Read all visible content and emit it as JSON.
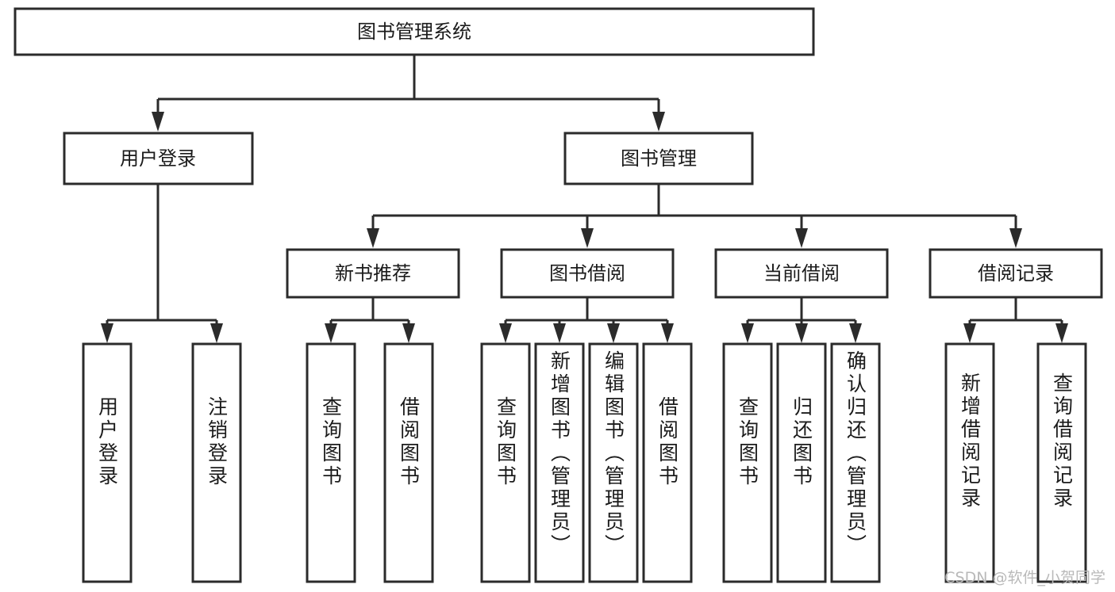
{
  "diagram": {
    "title": "图书管理系统",
    "watermark": "CSDN @软件_小贺同学",
    "root": {
      "label": "图书管理系统"
    },
    "level2": [
      {
        "label": "用户登录"
      },
      {
        "label": "图书管理"
      }
    ],
    "level3": [
      {
        "label": "新书推荐"
      },
      {
        "label": "图书借阅"
      },
      {
        "label": "当前借阅"
      },
      {
        "label": "借阅记录"
      }
    ],
    "leaves": {
      "user_login": [
        {
          "label": "用户登录"
        },
        {
          "label": "注销登录"
        }
      ],
      "new_book_recommend": [
        {
          "label": "查询图书"
        },
        {
          "label": "借阅图书"
        }
      ],
      "book_borrow": [
        {
          "label": "查询图书"
        },
        {
          "label": "新增图书（管理员）"
        },
        {
          "label": "编辑图书（管理员）"
        },
        {
          "label": "借阅图书"
        }
      ],
      "current_borrow": [
        {
          "label": "查询图书"
        },
        {
          "label": "归还图书"
        },
        {
          "label": "确认归还（管理员）"
        }
      ],
      "borrow_record": [
        {
          "label": "新增借阅记录"
        },
        {
          "label": "查询借阅记录"
        }
      ]
    }
  },
  "chart_data": {
    "type": "tree",
    "title": "图书管理系统",
    "orientation": "top-down",
    "nodes": [
      {
        "id": "root",
        "label": "图书管理系统",
        "level": 0,
        "parent": null
      },
      {
        "id": "n-user-login",
        "label": "用户登录",
        "level": 1,
        "parent": "root"
      },
      {
        "id": "n-book-manage",
        "label": "图书管理",
        "level": 1,
        "parent": "root"
      },
      {
        "id": "n-new-book",
        "label": "新书推荐",
        "level": 2,
        "parent": "n-book-manage"
      },
      {
        "id": "n-book-borrow",
        "label": "图书借阅",
        "level": 2,
        "parent": "n-book-manage"
      },
      {
        "id": "n-current-borrow",
        "label": "当前借阅",
        "level": 2,
        "parent": "n-book-manage"
      },
      {
        "id": "n-borrow-record",
        "label": "借阅记录",
        "level": 2,
        "parent": "n-book-manage"
      },
      {
        "id": "l-user-login-1",
        "label": "用户登录",
        "level": 3,
        "parent": "n-user-login"
      },
      {
        "id": "l-user-login-2",
        "label": "注销登录",
        "level": 3,
        "parent": "n-user-login"
      },
      {
        "id": "l-new-book-1",
        "label": "查询图书",
        "level": 3,
        "parent": "n-new-book"
      },
      {
        "id": "l-new-book-2",
        "label": "借阅图书",
        "level": 3,
        "parent": "n-new-book"
      },
      {
        "id": "l-book-borrow-1",
        "label": "查询图书",
        "level": 3,
        "parent": "n-book-borrow"
      },
      {
        "id": "l-book-borrow-2",
        "label": "新增图书（管理员）",
        "level": 3,
        "parent": "n-book-borrow"
      },
      {
        "id": "l-book-borrow-3",
        "label": "编辑图书（管理员）",
        "level": 3,
        "parent": "n-book-borrow"
      },
      {
        "id": "l-book-borrow-4",
        "label": "借阅图书",
        "level": 3,
        "parent": "n-book-borrow"
      },
      {
        "id": "l-current-borrow-1",
        "label": "查询图书",
        "level": 3,
        "parent": "n-current-borrow"
      },
      {
        "id": "l-current-borrow-2",
        "label": "归还图书",
        "level": 3,
        "parent": "n-current-borrow"
      },
      {
        "id": "l-current-borrow-3",
        "label": "确认归还（管理员）",
        "level": 3,
        "parent": "n-current-borrow"
      },
      {
        "id": "l-borrow-record-1",
        "label": "新增借阅记录",
        "level": 3,
        "parent": "n-borrow-record"
      },
      {
        "id": "l-borrow-record-2",
        "label": "查询借阅记录",
        "level": 3,
        "parent": "n-borrow-record"
      }
    ],
    "edges": [
      {
        "from": "root",
        "to": "n-user-login"
      },
      {
        "from": "root",
        "to": "n-book-manage"
      },
      {
        "from": "n-book-manage",
        "to": "n-new-book"
      },
      {
        "from": "n-book-manage",
        "to": "n-book-borrow"
      },
      {
        "from": "n-book-manage",
        "to": "n-current-borrow"
      },
      {
        "from": "n-book-manage",
        "to": "n-borrow-record"
      },
      {
        "from": "n-user-login",
        "to": "l-user-login-1"
      },
      {
        "from": "n-user-login",
        "to": "l-user-login-2"
      },
      {
        "from": "n-new-book",
        "to": "l-new-book-1"
      },
      {
        "from": "n-new-book",
        "to": "l-new-book-2"
      },
      {
        "from": "n-book-borrow",
        "to": "l-book-borrow-1"
      },
      {
        "from": "n-book-borrow",
        "to": "l-book-borrow-2"
      },
      {
        "from": "n-book-borrow",
        "to": "l-book-borrow-3"
      },
      {
        "from": "n-book-borrow",
        "to": "l-book-borrow-4"
      },
      {
        "from": "n-current-borrow",
        "to": "l-current-borrow-1"
      },
      {
        "from": "n-current-borrow",
        "to": "l-current-borrow-2"
      },
      {
        "from": "n-current-borrow",
        "to": "l-current-borrow-3"
      },
      {
        "from": "n-borrow-record",
        "to": "l-borrow-record-1"
      },
      {
        "from": "n-borrow-record",
        "to": "l-borrow-record-2"
      }
    ],
    "colors": {
      "box_fill": "#ffffff",
      "box_stroke": "#2b2b2b",
      "text": "#1b1b1b",
      "watermark": "#b9b9b9"
    }
  }
}
